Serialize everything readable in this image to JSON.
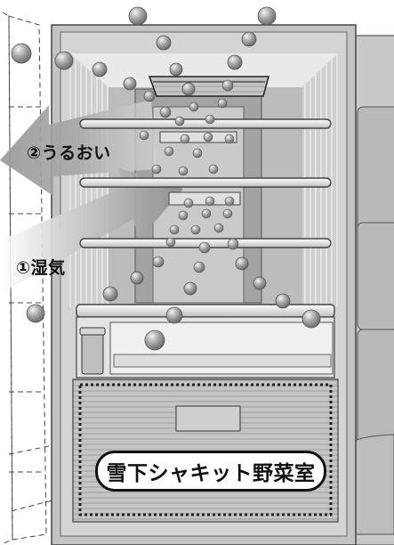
{
  "labels": {
    "moisture_return": "②うるおい",
    "moisture_in": "①湿気",
    "vegetable_room": "雪下シャキット野菜室"
  },
  "colors": {
    "cabinet_gray": "#bdbdbd",
    "inner_gray": "#a9a9a9",
    "arrow_gray": "#9a9a9a",
    "ball_gray": "#888888",
    "outline": "#333333"
  },
  "icons": [
    "droplet-icon"
  ]
}
